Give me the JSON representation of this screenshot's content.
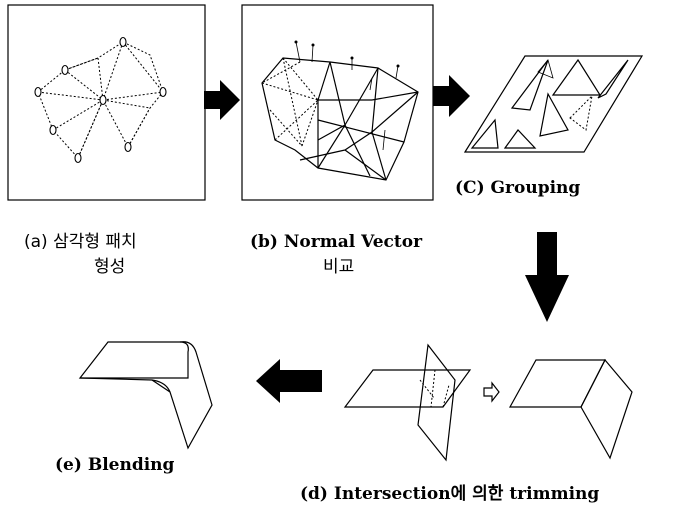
{
  "steps": {
    "a": {
      "label_line1": "(a) 삼각형 패치",
      "label_line2": "형성"
    },
    "b": {
      "label_line1": "(b) Normal Vector",
      "label_line2": "비교"
    },
    "c": {
      "label": "(C) Grouping"
    },
    "d": {
      "label": "(d) Intersection에 의한 trimming"
    },
    "e": {
      "label": "(e) Blending"
    }
  },
  "icons": {
    "step_arrow": "block-arrow-icon",
    "small_arrow": "hollow-arrow-icon"
  }
}
